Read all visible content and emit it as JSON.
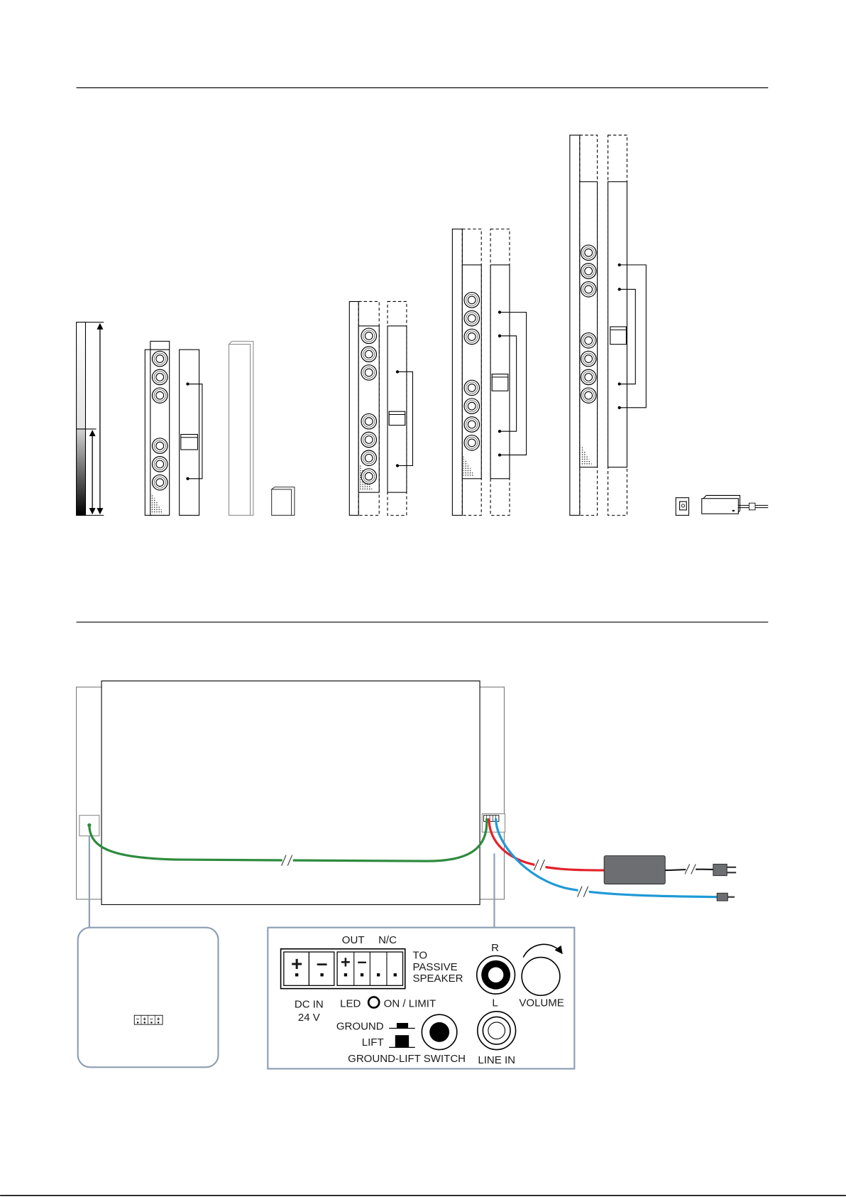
{
  "cable_colors": {
    "link": "#2e8b3e",
    "power": "#e3222b",
    "audio": "#1f9ad6",
    "power_cord": "#1a1a1a"
  },
  "callout_border_color": "#8c9db4",
  "passive_speaker_terminal": {
    "symbols": [
      "–",
      "+",
      "–",
      "+"
    ]
  },
  "connection_panel": {
    "out_label": "OUT",
    "nc_label": "N/C",
    "dc_in_symbols": [
      "+",
      "–"
    ],
    "out_symbols": [
      "+",
      "–"
    ],
    "to_passive_speaker": [
      "TO",
      "PASSIVE",
      "SPEAKER"
    ],
    "dc_in_label": "DC IN",
    "dc_in_voltage": "24 V",
    "led_label": "LED",
    "led_state_label": "ON / LIMIT",
    "ground_label": "GROUND",
    "lift_label": "LIFT",
    "ground_lift_switch_label": "GROUND-LIFT SWITCH",
    "input_right_label": "R",
    "input_left_label": "L",
    "volume_label": "VOLUME",
    "line_in_label": "LINE IN"
  }
}
